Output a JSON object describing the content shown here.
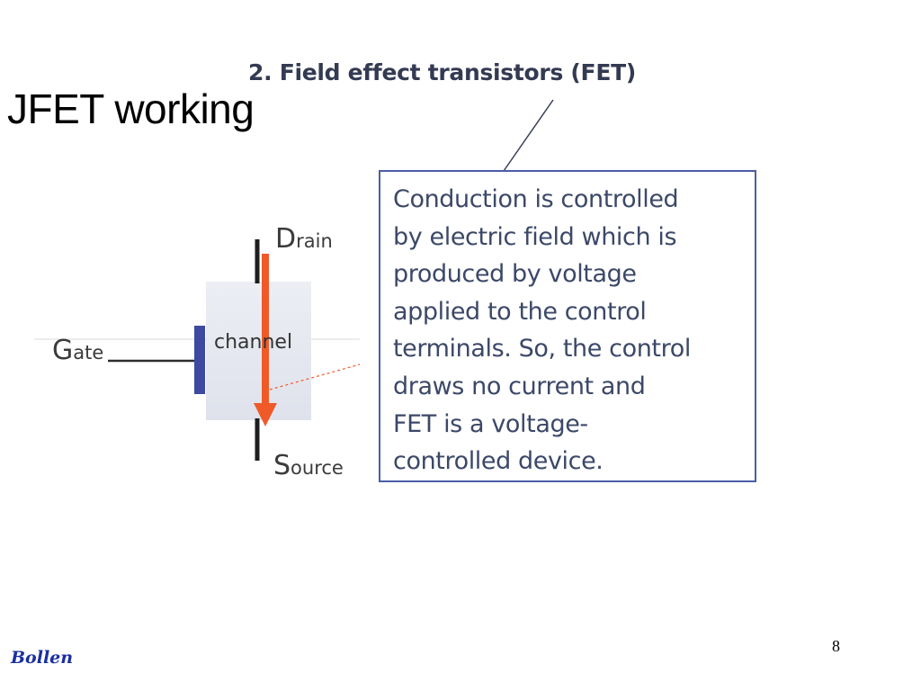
{
  "slide": {
    "title": "JFET working",
    "page_number": "8",
    "author": "Bollen"
  },
  "figure": {
    "heading": "2. Field effect transistors (FET)",
    "callout_lines": [
      "Conduction is controlled",
      "by electric field which is",
      "produced by voltage",
      "applied to the control",
      "terminals. So, the control",
      "draws no current and",
      "FET is a voltage-",
      "controlled device."
    ],
    "terminals": {
      "drain": {
        "cap": "D",
        "rest": "rain"
      },
      "gate": {
        "cap": "G",
        "rest": "ate"
      },
      "source": {
        "cap": "S",
        "rest": "ource"
      }
    },
    "channel_label": "channel",
    "colors": {
      "arrow": "#f05a28",
      "gate_bar": "#3d4aa0",
      "channel_fill": "#e4e6ef",
      "callout_border": "#4b5da8",
      "heading_text": "#333a52"
    }
  }
}
